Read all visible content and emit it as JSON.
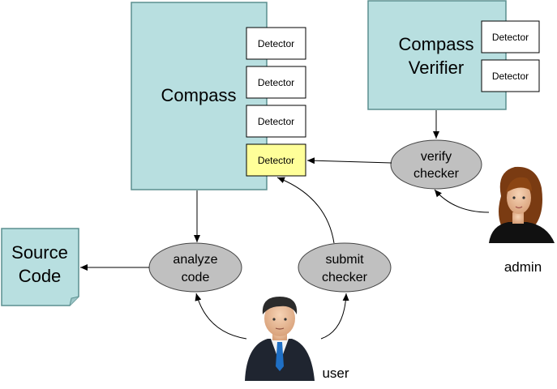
{
  "compass": {
    "title": "Compass",
    "detectors": [
      "Detector",
      "Detector",
      "Detector",
      "Detector"
    ]
  },
  "verifier": {
    "title_line1": "Compass",
    "title_line2": "Verifier",
    "detectors": [
      "Detector",
      "Detector"
    ]
  },
  "source_code": {
    "line1": "Source",
    "line2": "Code"
  },
  "actions": {
    "verify": {
      "line1": "verify",
      "line2": "checker"
    },
    "analyze": {
      "line1": "analyze",
      "line2": "code"
    },
    "submit": {
      "line1": "submit",
      "line2": "checker"
    }
  },
  "roles": {
    "admin": "admin",
    "user": "user"
  },
  "colors": {
    "box_fill": "#b8dfe0",
    "highlight_detector": "#ffff99",
    "oval_fill": "#c0c0c0"
  }
}
